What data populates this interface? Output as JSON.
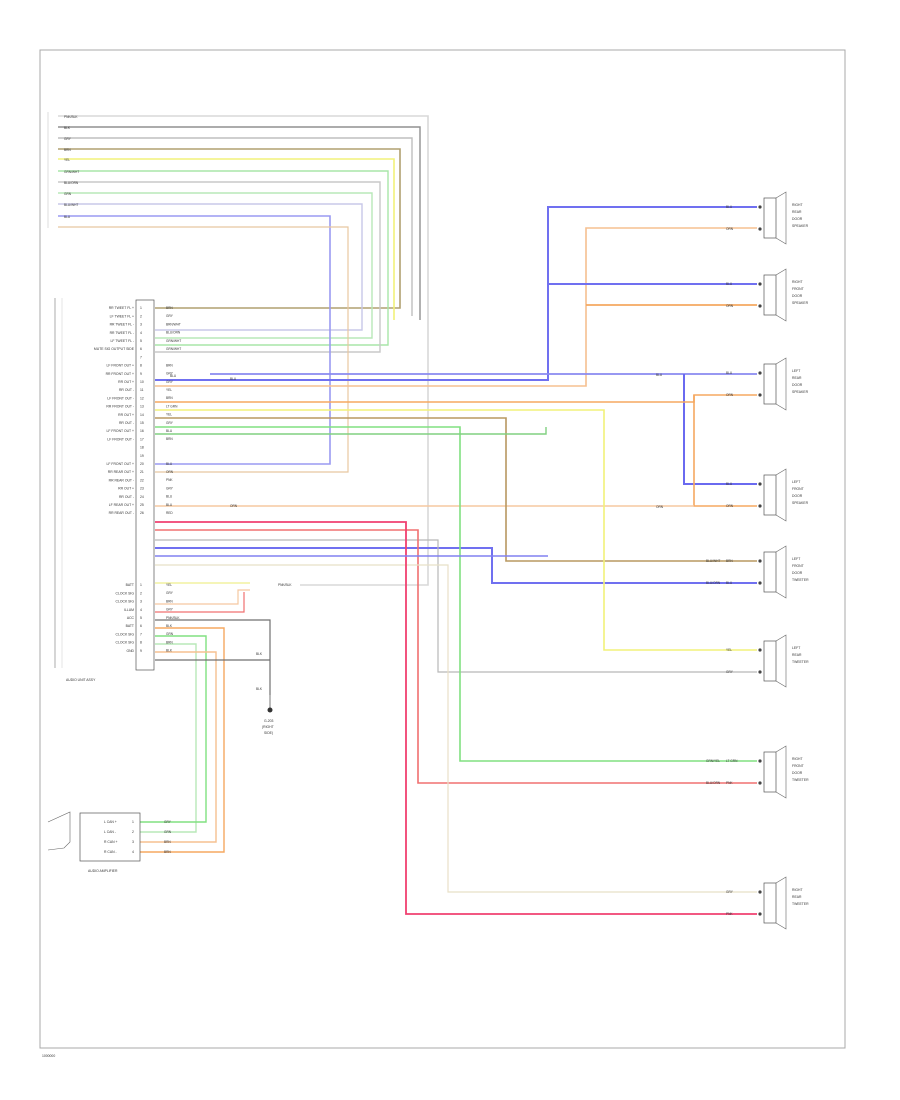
{
  "diagram": {
    "page_id": "1000000",
    "radio_caption": "AUDIO UNIT ASSY",
    "amp_caption": "AUDIO AMPLIFIER",
    "ground_caption": [
      "G-203",
      "(RIGHT",
      "SIDE)"
    ],
    "top_bundle_wires": [
      {
        "code": "PNK/BLK",
        "color": "#d8d8d8"
      },
      {
        "code": "BLK",
        "color": "#909090"
      },
      {
        "code": "GRY",
        "color": "#bfbfbf"
      },
      {
        "code": "BRN",
        "color": "#b0a070"
      },
      {
        "code": "YEL",
        "color": "#f2f27a"
      },
      {
        "code": "GRN/WHT",
        "color": "#a8e6a8"
      },
      {
        "code": "BLU/ORN",
        "color": "#c8c8c8"
      },
      {
        "code": "GRN",
        "color": "#b8e8b8"
      },
      {
        "code": "BLU/WHT",
        "color": "#c8c8e8"
      },
      {
        "code": "BLU",
        "color": "#9a9af2"
      }
    ],
    "radio_pins": [
      {
        "label": "RR TWEET FL +",
        "num": "1",
        "code": "BRN"
      },
      {
        "label": "LF TWEET FL +",
        "num": "2",
        "code": "GRY"
      },
      {
        "label": "RR TWEET FL -",
        "num": "3",
        "code": "BRN/WHT"
      },
      {
        "label": "RR TWEET FL -",
        "num": "4",
        "code": "BLU/ORN"
      },
      {
        "label": "LF TWEET FL -",
        "num": "5",
        "code": "GRN/WHT"
      },
      {
        "label": "MUTE SIG OUTPUT SIDE",
        "num": "6",
        "code": "GRN/WHT"
      },
      {
        "label": "",
        "num": "7",
        "code": ""
      },
      {
        "label": "LF FRONT OUT +",
        "num": "8",
        "code": "BRN"
      },
      {
        "label": "RR FRONT OUT +",
        "num": "9",
        "code": "GRY"
      },
      {
        "label": "RR OUT +",
        "num": "10",
        "code": "GRY"
      },
      {
        "label": "RR OUT -",
        "num": "11",
        "code": "YEL"
      },
      {
        "label": "LF FRONT OUT -",
        "num": "12",
        "code": "BRN"
      },
      {
        "label": "RR FRONT OUT -",
        "num": "13",
        "code": "LT GRN"
      },
      {
        "label": "RR OUT +",
        "num": "14",
        "code": "YEL"
      },
      {
        "label": "RR OUT -",
        "num": "15",
        "code": "GRY"
      },
      {
        "label": "LF FRONT OUT +",
        "num": "16",
        "code": "BLU"
      },
      {
        "label": "LF FRONT OUT -",
        "num": "17",
        "code": "BRN"
      },
      {
        "label": "",
        "num": "18",
        "code": ""
      },
      {
        "label": "",
        "num": "19",
        "code": ""
      },
      {
        "label": "LF FRONT OUT +",
        "num": "20",
        "code": "BLU"
      },
      {
        "label": "RR REAR OUT +",
        "num": "21",
        "code": "ORN"
      },
      {
        "label": "RR REAR OUT -",
        "num": "22",
        "code": "PNK"
      },
      {
        "label": "RR OUT +",
        "num": "23",
        "code": "GRY"
      },
      {
        "label": "RR OUT -",
        "num": "24",
        "code": "BLU"
      },
      {
        "label": "LF REAR OUT +",
        "num": "25",
        "code": "BLU"
      },
      {
        "label": "RR REAR OUT -",
        "num": "26",
        "code": "RED"
      }
    ],
    "radio_lower_pins": [
      {
        "label": "BATT",
        "num": "1",
        "code": "YEL"
      },
      {
        "label": "CLOCK SIG",
        "num": "2",
        "code": "GRY"
      },
      {
        "label": "CLOCK SIG",
        "num": "3",
        "code": "BRN"
      },
      {
        "label": "ILLUM",
        "num": "4",
        "code": "GRY"
      },
      {
        "label": "ACC",
        "num": "5",
        "code": "PNK/BLK"
      },
      {
        "label": "BATT",
        "num": "6",
        "code": "BLK"
      },
      {
        "label": "CLOCK SIG",
        "num": "7",
        "code": "GRN"
      },
      {
        "label": "CLOCK SIG",
        "num": "8",
        "code": "BRN"
      },
      {
        "label": "GND",
        "num": "9",
        "code": "BLK"
      }
    ],
    "amp_pins": [
      {
        "label": "L CAN +",
        "num": "1",
        "code": "GRY"
      },
      {
        "label": "L CAN -",
        "num": "2",
        "code": "GRN"
      },
      {
        "label": "R CAN +",
        "num": "3",
        "code": "BRN"
      },
      {
        "label": "R CAN -",
        "num": "4",
        "code": "BRN"
      }
    ],
    "inline_codes": {
      "radio_blu_1": "BLU",
      "radio_blu_2": "BLU",
      "radio_orn": "ORN",
      "pnk_blk_pass": "PNK/BLK",
      "ground_blk_1": "BLK",
      "ground_blk_2": "BLK",
      "sp3_blu": "BLU",
      "sp4_orn": "ORN"
    },
    "speakers": [
      {
        "name": [
          "RIGHT",
          "REAR",
          "DOOR",
          "SPEAKER"
        ],
        "wire1": "BLU",
        "wire2": "ORN"
      },
      {
        "name": [
          "RIGHT",
          "FRONT",
          "DOOR",
          "SPEAKER"
        ],
        "wire1": "BLU",
        "wire2": "ORN"
      },
      {
        "name": [
          "LEFT",
          "REAR",
          "DOOR",
          "SPEAKER"
        ],
        "wire1": "BLU",
        "wire2": "ORN"
      },
      {
        "name": [
          "LEFT",
          "FRONT",
          "DOOR",
          "SPEAKER"
        ],
        "wire1": "BLU",
        "wire2": "ORN"
      },
      {
        "name": [
          "LEFT",
          "FRONT",
          "DOOR",
          "TWEETER"
        ],
        "wire1": "BRN",
        "wire1b": "BLU/WHT",
        "wire2": "BLU",
        "wire2b": "BLU/ORN"
      },
      {
        "name": [
          "LEFT",
          "REAR",
          "TWEETER"
        ],
        "wire1": "YEL",
        "wire2": "GRY"
      },
      {
        "name": [
          "RIGHT",
          "FRONT",
          "DOOR",
          "TWEETER"
        ],
        "wire1": "LT GRN",
        "wire1b": "GRN/YEL",
        "wire2": "PNK",
        "wire2b": "BLU/ORN"
      },
      {
        "name": [
          "RIGHT",
          "REAR",
          "TWEETER"
        ],
        "wire1": "GRY",
        "wire2": "PNK"
      }
    ]
  }
}
